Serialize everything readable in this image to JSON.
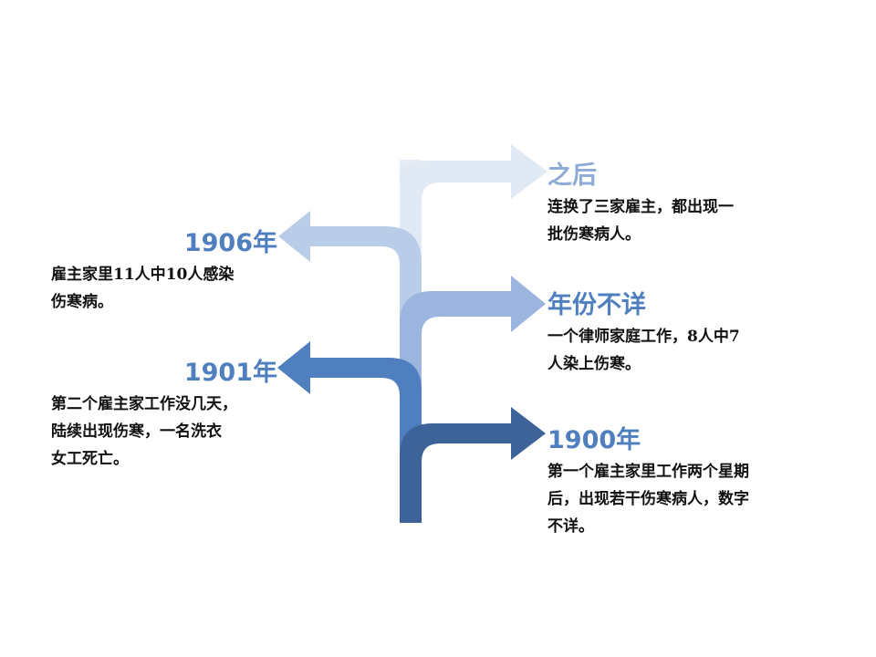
{
  "colors": {
    "arrow_after": "#e1e9f4",
    "arrow_1906": "#b9cde8",
    "arrow_unknown": "#9bb5de",
    "arrow_1901": "#4f7fbe",
    "arrow_1900": "#3d6398",
    "stem_gradient": [
      "#e6edf7",
      "#2f5b94"
    ],
    "year_text": "#4f7fbe"
  },
  "events": {
    "y1906": {
      "year": "1906年",
      "lines": [
        "雇主家里11人中10人感染",
        "伤寒病。"
      ]
    },
    "y1901": {
      "year": "1901年",
      "lines": [
        "第二个雇主家工作没几天，",
        "陆续出现伤寒，一名洗衣",
        "女工死亡。"
      ]
    },
    "after": {
      "year": "之后",
      "lines": [
        "连换了三家雇主，都出现一",
        "批伤寒病人。"
      ]
    },
    "unknown": {
      "year": "年份不详",
      "lines": [
        "一个律师家庭工作，8人中7",
        "人染上伤寒。"
      ]
    },
    "y1900": {
      "year": "1900年",
      "lines": [
        "第一个雇主家里工作两个星期",
        "后，出现若干伤寒病人，数字",
        "不详。"
      ]
    }
  }
}
